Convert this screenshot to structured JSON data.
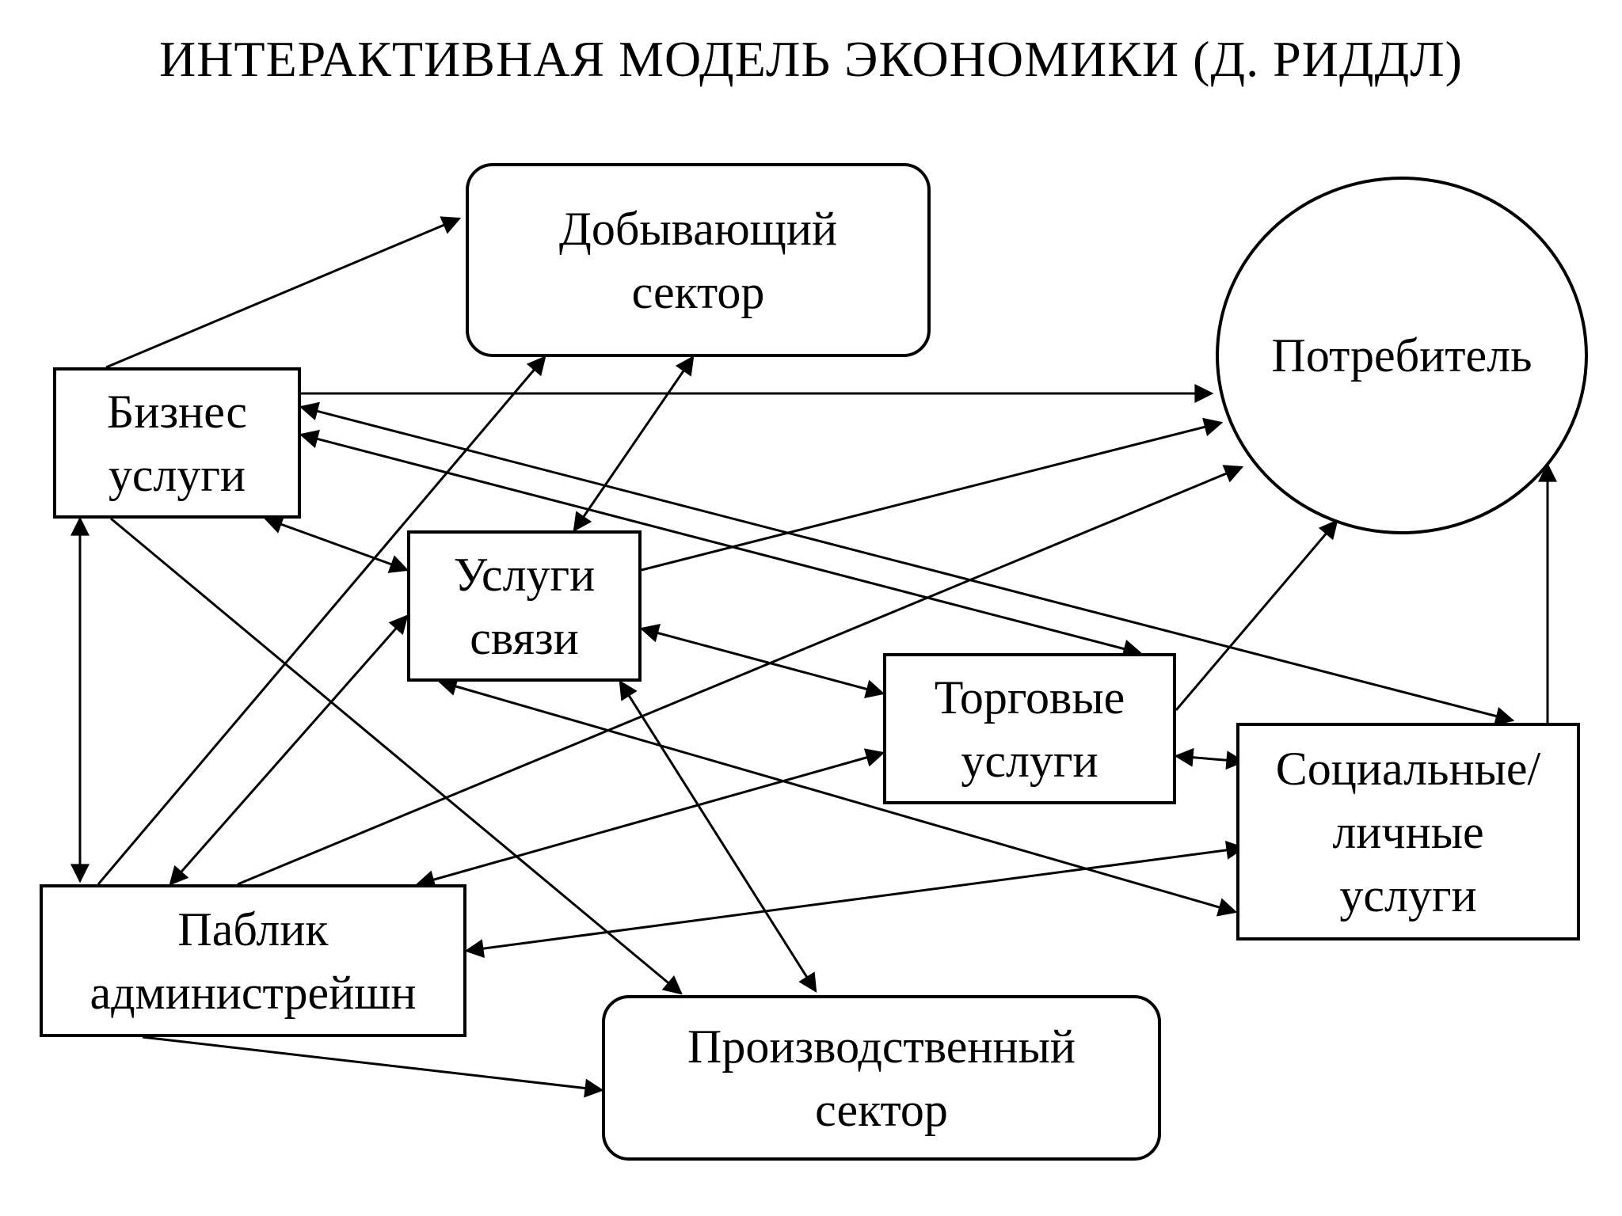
{
  "title": "ИНТЕРАКТИВНАЯ МОДЕЛЬ ЭКОНОМИКИ (Д. РИДДЛ)",
  "nodes": {
    "mining": {
      "line1": "Добывающий",
      "line2": "сектор"
    },
    "consumer": {
      "line1": "Потребитель"
    },
    "business": {
      "line1": "Бизнес",
      "line2": "услуги"
    },
    "communication": {
      "line1": "Услуги",
      "line2": "связи"
    },
    "trade": {
      "line1": "Торговые",
      "line2": "услуги"
    },
    "social": {
      "line1": "Социальные/",
      "line2": "личные",
      "line3": "услуги"
    },
    "public": {
      "line1": "Паблик",
      "line2": "администрейшн"
    },
    "manufacturing": {
      "line1": "Производственный",
      "line2": "сектор"
    }
  }
}
